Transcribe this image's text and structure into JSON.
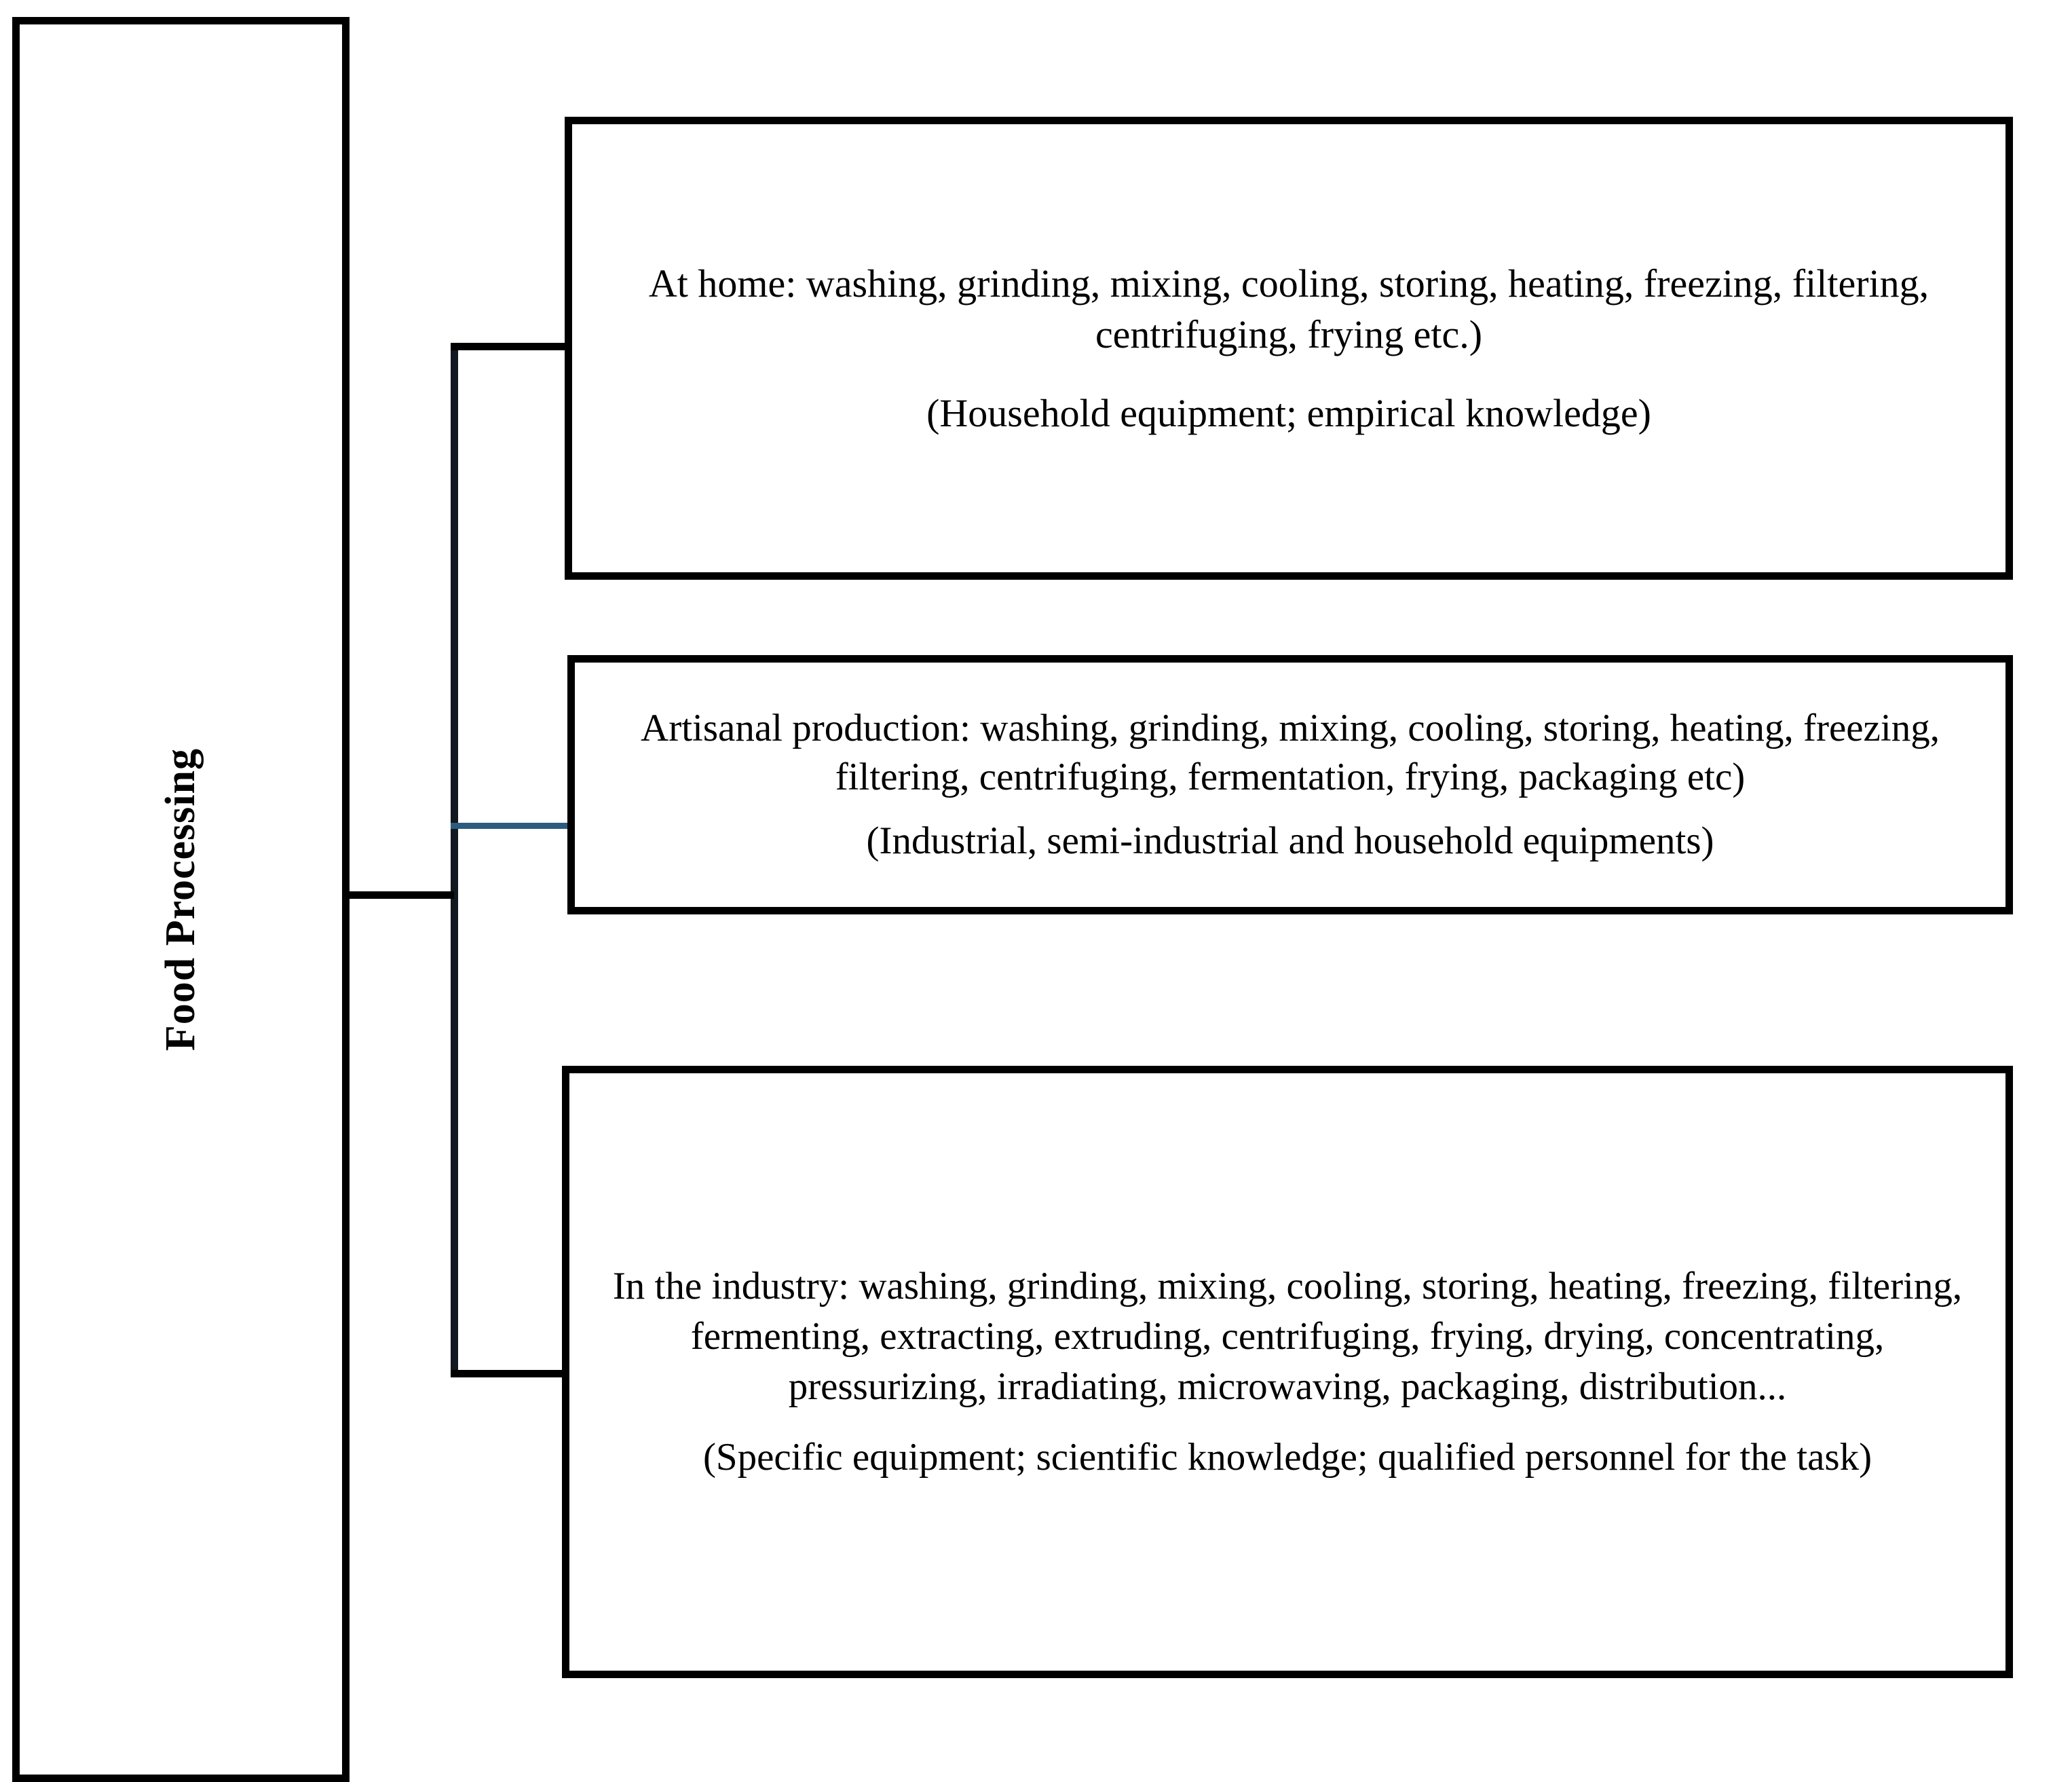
{
  "diagram": {
    "title": "Food Processing",
    "root": {
      "label": "Food Processing"
    },
    "colors": {
      "outline": "#000000",
      "background": "#ffffff",
      "connector_default": "#000000",
      "connector_highlight": "#2d5b7f"
    },
    "nodes": [
      {
        "id": "at-home",
        "connector_color": "#000000",
        "lines": [
          "At home: washing, grinding, mixing, cooling, storing, heating, freezing, filtering, centrifuging, frying etc.)",
          "(Household equipment; empirical knowledge)"
        ]
      },
      {
        "id": "artisanal-production",
        "connector_color": "#2d5b7f",
        "lines": [
          "Artisanal production: washing, grinding, mixing, cooling, storing, heating, freezing, filtering, centrifuging, fermentation, frying, packaging etc)",
          "(Industrial, semi-industrial and household equipments)"
        ]
      },
      {
        "id": "in-the-industry",
        "connector_color": "#000000",
        "lines": [
          "In the industry: washing, grinding, mixing, cooling, storing, heating, freezing, filtering, fermenting, extracting, extruding, centrifuging, frying, drying, concentrating, pressurizing, irradiating, microwaving, packaging, distribution...",
          "(Specific equipment; scientific knowledge; qualified personnel for the task)"
        ]
      }
    ]
  }
}
